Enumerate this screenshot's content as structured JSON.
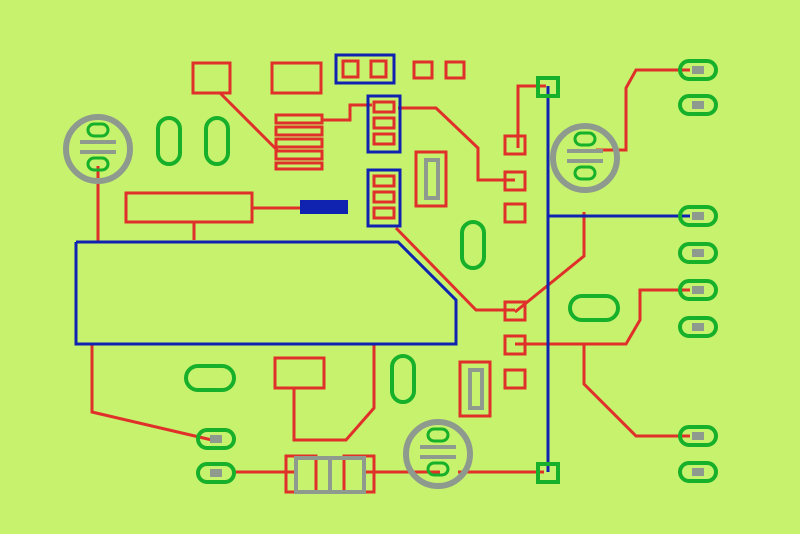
{
  "diagram": {
    "kind": "pcb-layout",
    "colors": {
      "board": "#c7f26e",
      "top_trace": "#e0302a",
      "bottom_trace": "#1022b0",
      "pad": "#16b02a",
      "component": "#8f9a8e"
    },
    "components": [
      {
        "name": "transistor-q1",
        "type": "to92-transistor"
      },
      {
        "name": "transistor-q2",
        "type": "to92-transistor"
      },
      {
        "name": "transistor-q3",
        "type": "to92-transistor"
      },
      {
        "name": "ic-chip",
        "type": "ic-outline"
      },
      {
        "name": "resistor-r1",
        "type": "resistor"
      },
      {
        "name": "connector-right",
        "type": "header-pins"
      },
      {
        "name": "connector-bottom-left",
        "type": "header-pins"
      }
    ]
  }
}
